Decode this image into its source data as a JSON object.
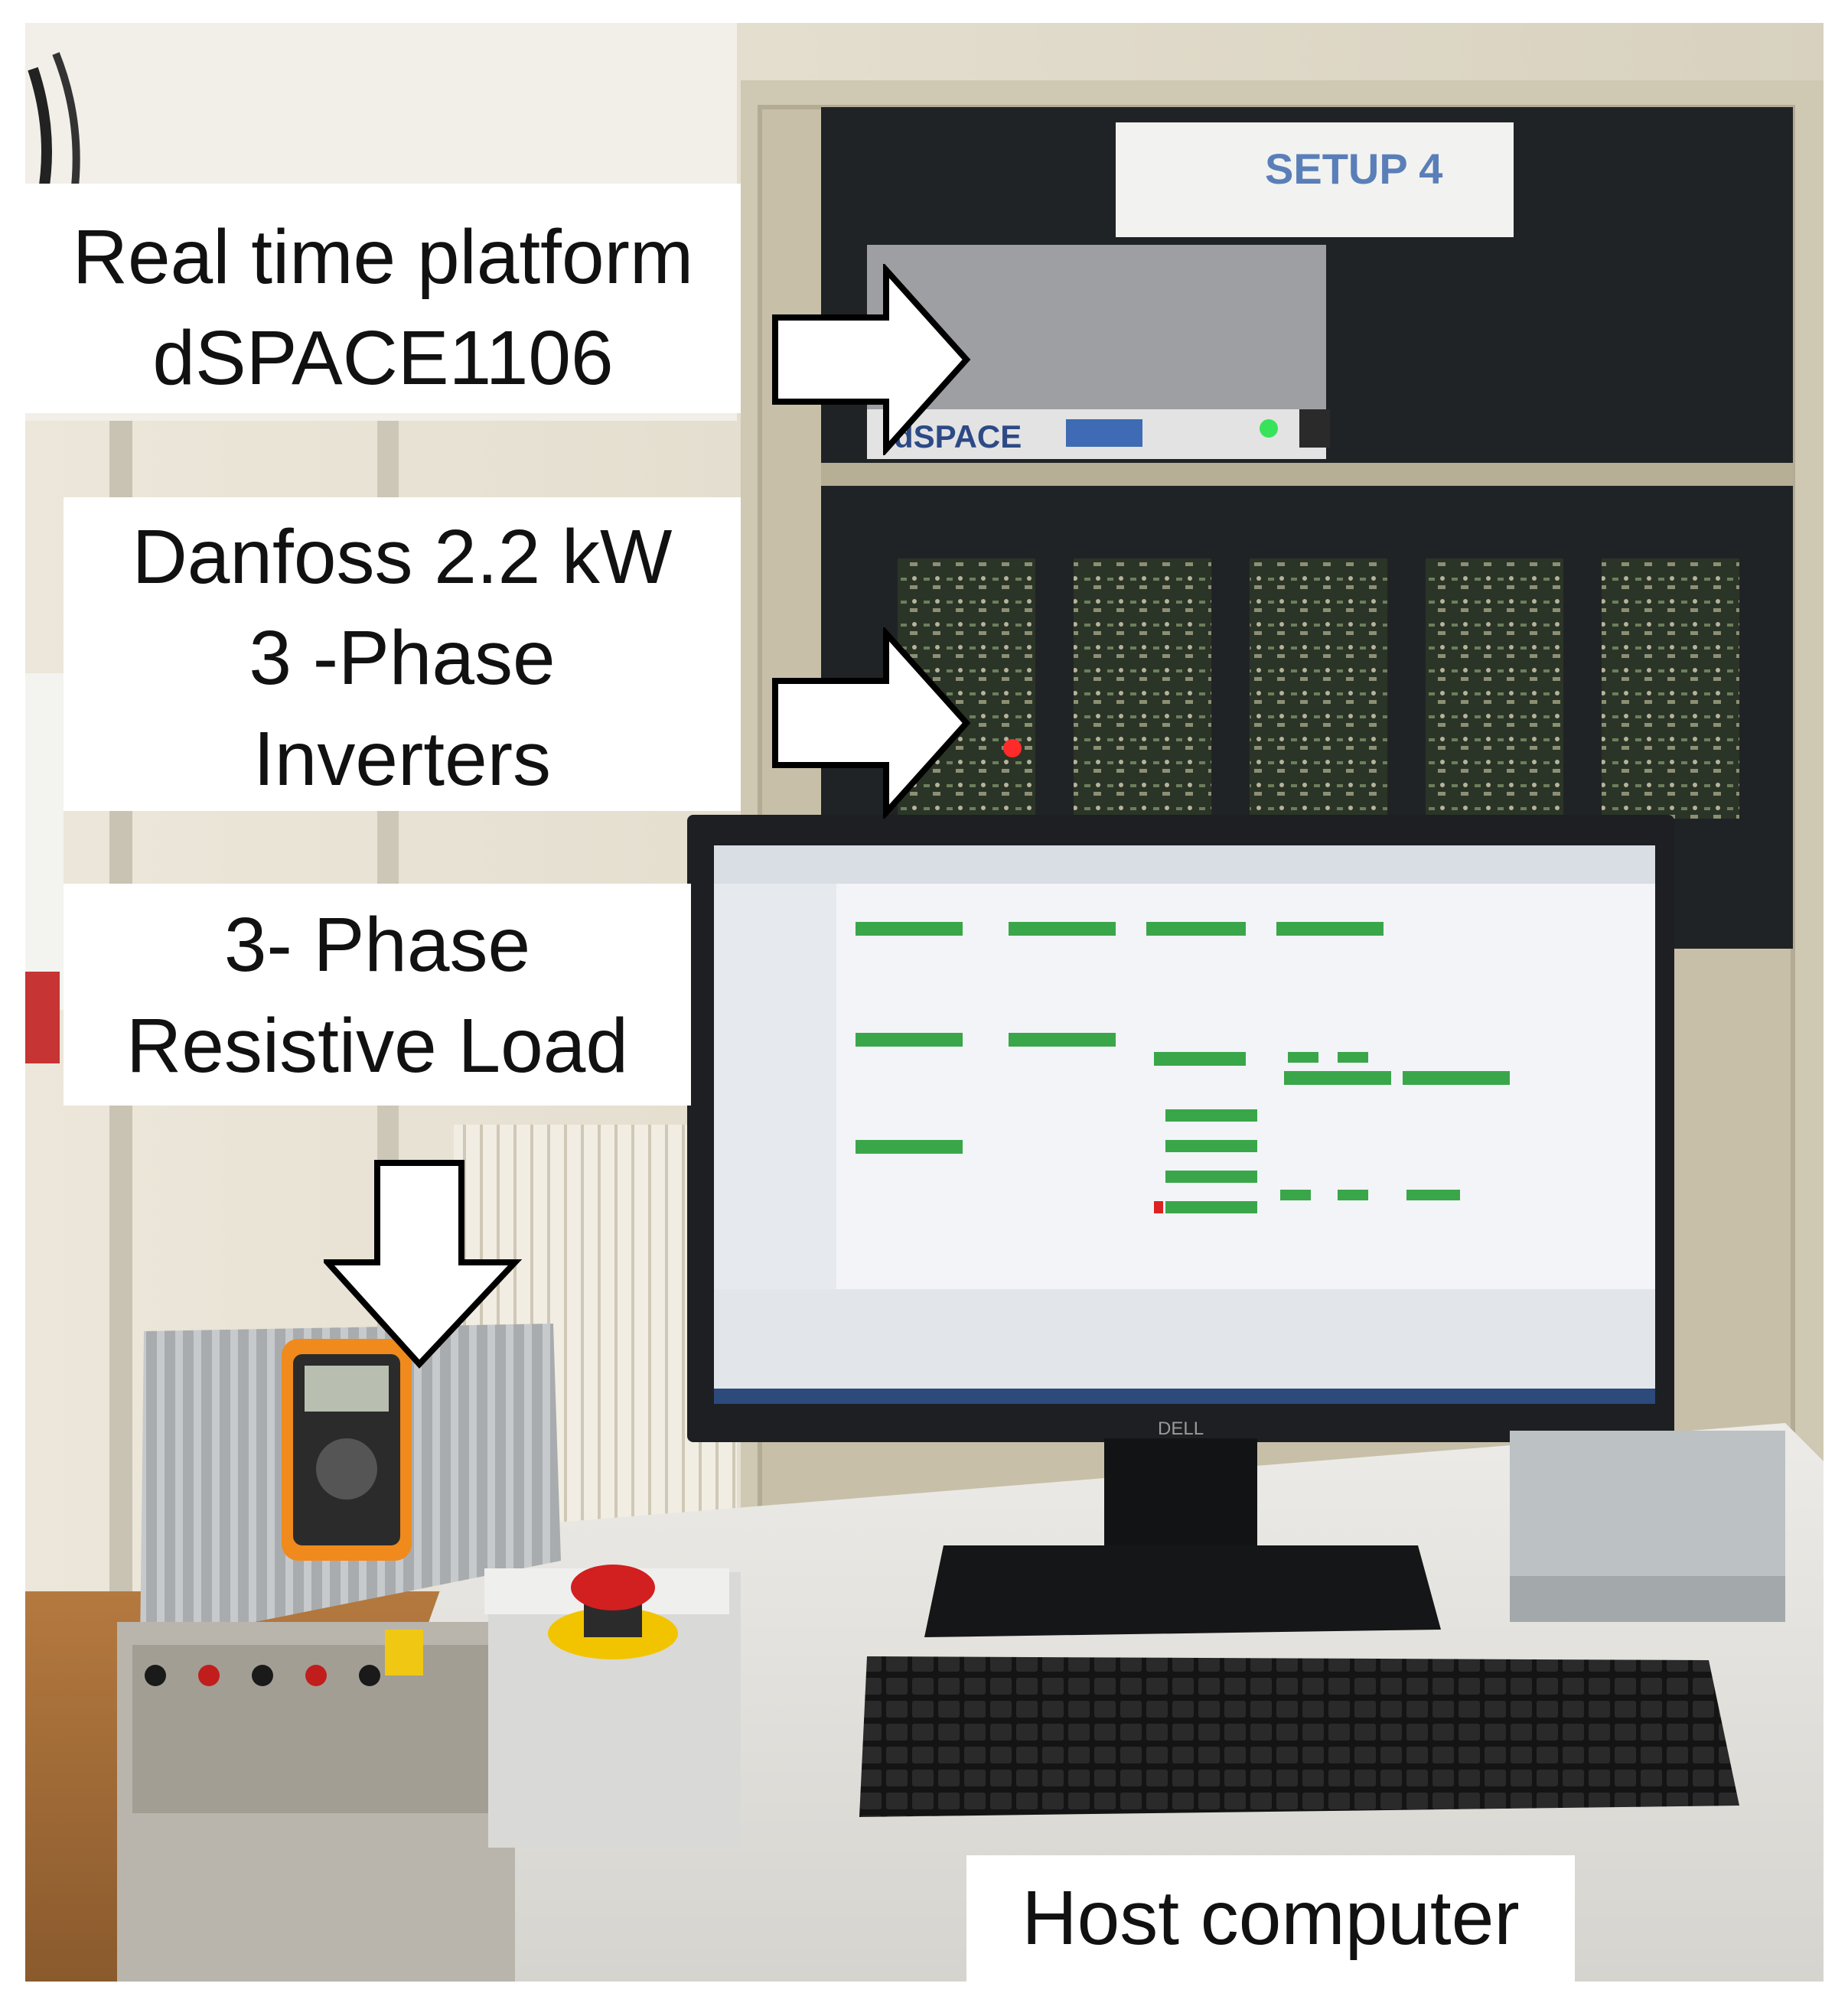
{
  "labels": {
    "realtime": {
      "line1": "Real time platform",
      "line2": "dSPACE1106"
    },
    "inverters": {
      "line1": "Danfoss 2.2 kW",
      "line2": "3 -Phase",
      "line3": "Inverters"
    },
    "load": {
      "line1": "3- Phase",
      "line2": "Resistive Load"
    },
    "host": {
      "line1": "Host computer"
    }
  },
  "rack_sticker": {
    "text": "SETUP 4"
  },
  "dspace_brand": {
    "text": "dSPACE"
  },
  "monitor_brand": {
    "text": "DELL"
  },
  "colors": {
    "wall": "#e7e1d4",
    "rack_frame": "#cdc6b0",
    "desk": "#e6e4df",
    "label_background": "#ffffff",
    "label_text": "#111111",
    "arrow_fill": "#ffffff",
    "arrow_stroke": "#000000",
    "screen": "#f2f4f8",
    "screen_widget_green": "#3aa64a",
    "estop_red": "#d21f1f",
    "estop_yellow": "#f2c400",
    "led_green": "#37e35a",
    "led_red": "#ff2a2a",
    "multimeter_orange": "#f08a1c"
  }
}
